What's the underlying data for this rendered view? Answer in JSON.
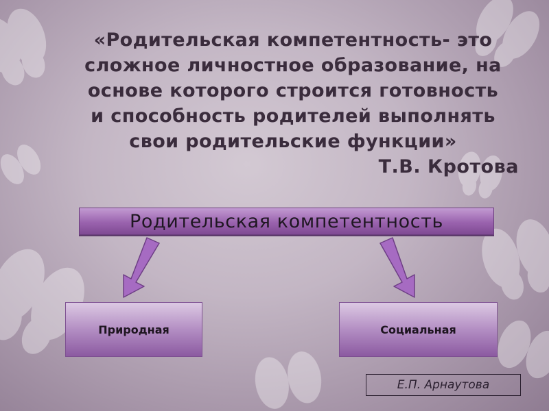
{
  "quote": {
    "lines": [
      "«Родительская  компетентность- это",
      "сложное личностное образование, на",
      "основе которого строится готовность",
      "и способность родителей выполнять",
      "свои родительские функции»"
    ],
    "author": "Т.В. Кротова"
  },
  "diagram": {
    "main_label": "Родительская  компетентность",
    "left_label": "Природная",
    "right_label": "Социальная",
    "arrow_color": "#a66bc2"
  },
  "signature": "Е.П. Арнаутова",
  "colors": {
    "text": "#3a2c3c",
    "box_fill": "#9a63ae",
    "background": "#c3b6c4"
  }
}
